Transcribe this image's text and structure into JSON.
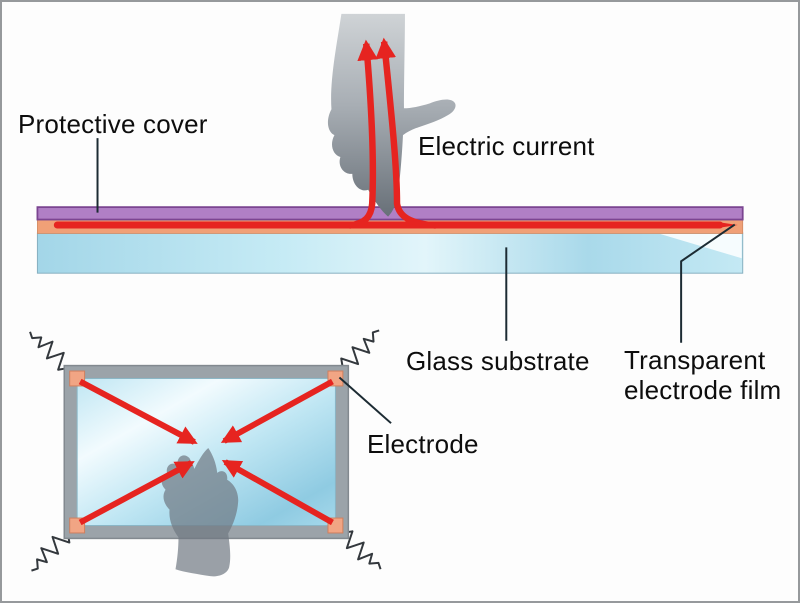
{
  "labels": {
    "protective_cover": "Protective cover",
    "electric_current": "Electric current",
    "glass_substrate": "Glass substrate",
    "transparent_electrode_film_line1": "Transparent",
    "transparent_electrode_film_line2": "electrode film",
    "electrode": "Electrode"
  },
  "colors": {
    "protective_cover": "#b07fc5",
    "protective_cover_border": "#7b4591",
    "spacer": "#f0a077",
    "electrode_film": "#e62420",
    "glass_fill_edge": "#86afc0",
    "panel_frame": "#9ba3a9",
    "panel_frame_border": "#82898f",
    "corner_electrode": "#f1a584",
    "hand_gray": "#6f7881",
    "zigzag": "#33383d",
    "leader_line": "#1c2b33",
    "text": "#0d0d0d"
  },
  "icons": {
    "touching_hand": "hand-with-finger-touching-surface",
    "pointing_hand": "hand-with-finger-pointing-up",
    "resistor_zigzag": "resistor-spring-squiggle",
    "current_arrow": "red-arrow"
  }
}
